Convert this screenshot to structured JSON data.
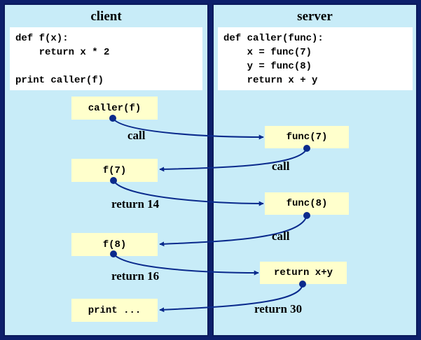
{
  "client": {
    "title": "client",
    "code": [
      "def f(x):",
      "    return x * 2",
      "",
      "print caller(f)"
    ]
  },
  "server": {
    "title": "server",
    "code": [
      "def caller(func):",
      "    x = func(7)",
      "    y = func(8)",
      "    return x + y"
    ]
  },
  "boxes": {
    "caller_f": "caller(f)",
    "func7": "func(7)",
    "f7": "f(7)",
    "func8": "func(8)",
    "f8": "f(8)",
    "return_xy": "return x+y",
    "print": "print ..."
  },
  "labels": {
    "call1": "call",
    "call2": "call",
    "return14": "return 14",
    "call3": "call",
    "return16": "return 16",
    "return30": "return 30"
  },
  "colors": {
    "background": "#0d1f6b",
    "panel": "#c8ecf8",
    "box": "#ffffcc",
    "arrow": "#0a2a8c"
  }
}
